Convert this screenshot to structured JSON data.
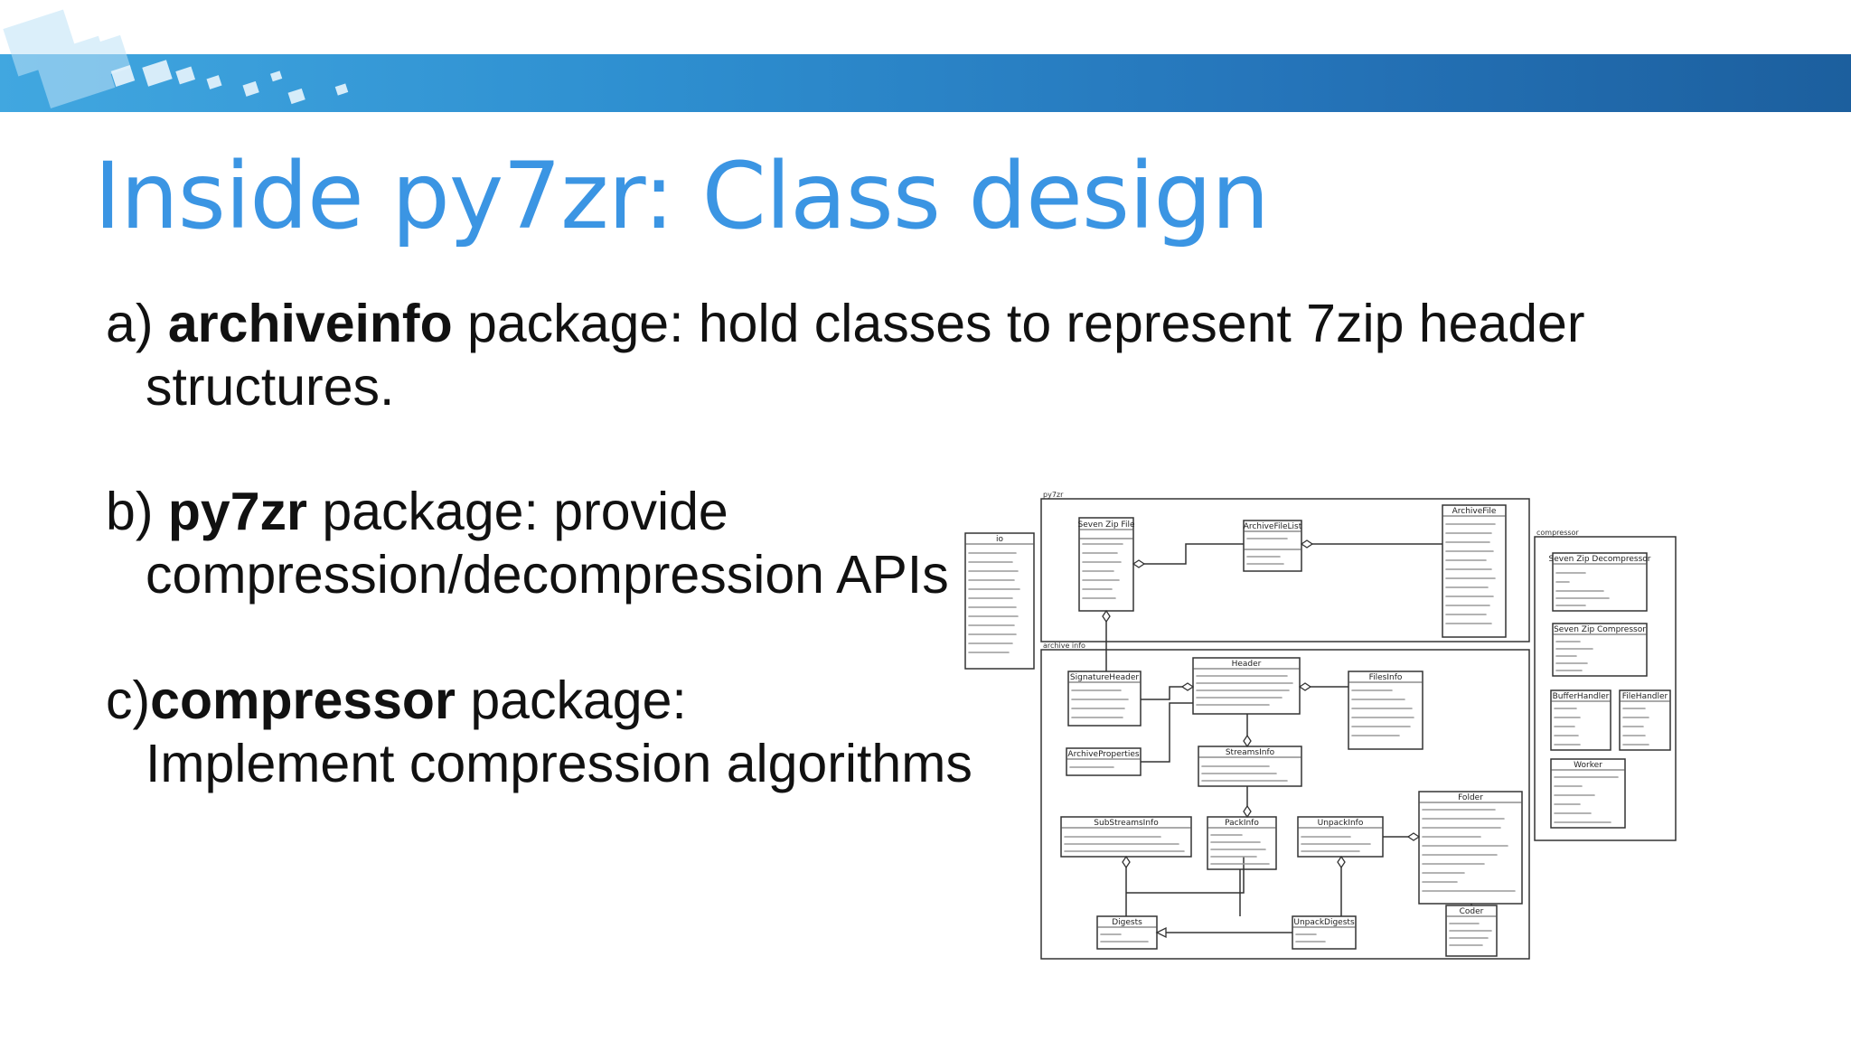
{
  "slide": {
    "title": "Inside py7zr:  Class design",
    "items": [
      {
        "prefix": "a) ",
        "bold": "archiveinfo",
        "line1_rest": " package: hold classes to represent 7zip header",
        "line2": "structures."
      },
      {
        "prefix": "b) ",
        "bold": "py7zr",
        "line1_rest": " package: provide",
        "line2": "compression/decompression APIs"
      },
      {
        "prefix": "c)",
        "bold": "compressor",
        "line1_rest": " package:",
        "line2": "Implement compression algorithms"
      }
    ]
  },
  "diagram": {
    "packages": {
      "py7zr": "py7zr",
      "archiveinfo": "archive info",
      "compressor": "compressor"
    },
    "classes": {
      "io": "io",
      "seven_zip_file": "Seven Zip File",
      "archive_file_list": "ArchiveFileList",
      "archive_file": "ArchiveFile",
      "signature_header": "SignatureHeader",
      "header": "Header",
      "files_info": "FilesInfo",
      "archive_properties": "ArchiveProperties",
      "streams_info": "StreamsInfo",
      "substreams_info": "SubStreamsInfo",
      "pack_info": "PackInfo",
      "unpack_info": "UnpackInfo",
      "folder": "Folder",
      "digests": "Digests",
      "unpack_digests": "UnpackDigests",
      "coder": "Coder",
      "seven_zip_decompressor": "Seven Zip Decompressor",
      "seven_zip_compressor": "Seven Zip Compressor",
      "buffer_handler": "BufferHandler",
      "file_handler": "FileHandler",
      "worker": "Worker"
    }
  }
}
